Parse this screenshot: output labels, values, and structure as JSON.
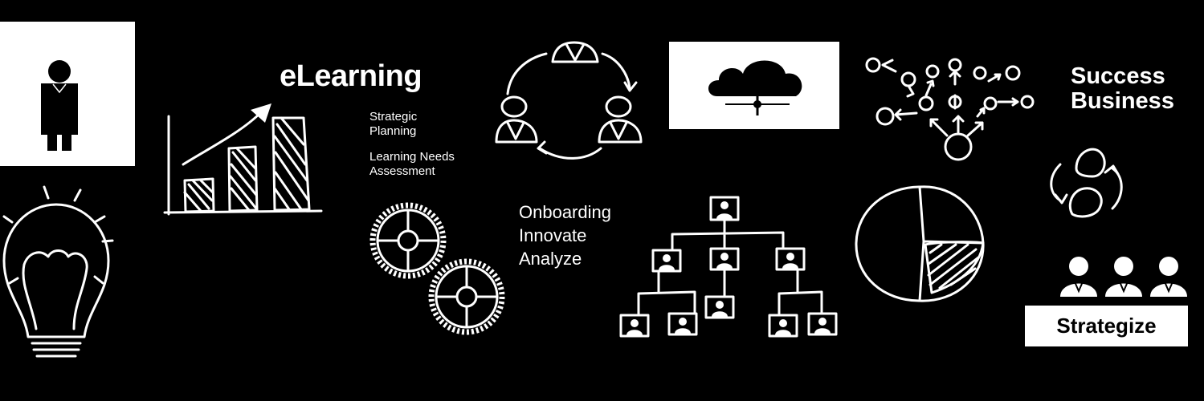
{
  "heading": "eLearning",
  "topics": [
    "Strategic\nPlanning",
    "Learning Needs\nAssessment"
  ],
  "actions": [
    "Onboarding",
    "Innovate",
    "Analyze"
  ],
  "tagline": [
    "Success",
    "Business"
  ],
  "button_label": "Strategize",
  "colors": {
    "background": "#000000",
    "foreground": "#ffffff"
  }
}
